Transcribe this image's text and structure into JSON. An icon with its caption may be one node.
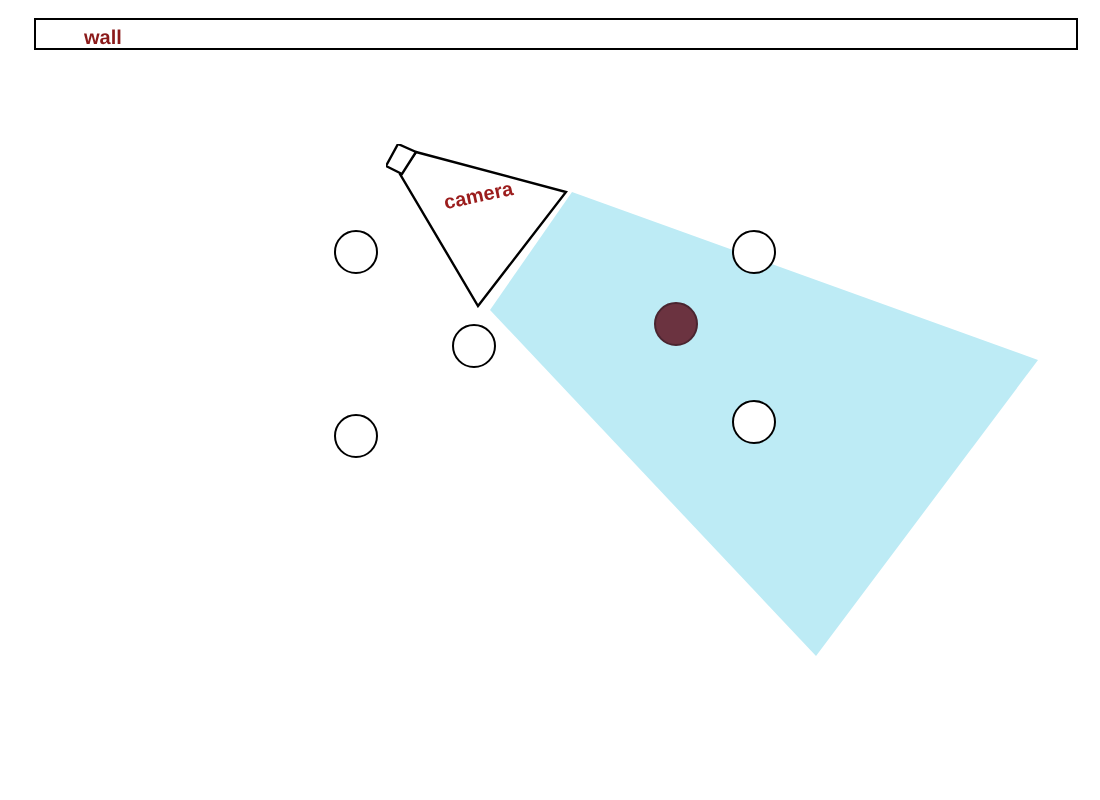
{
  "diagram": {
    "nodes": [
      {
        "text": [
          "wall"
        ]
      },
      {
        "text": [
          "camera"
        ]
      },
      {
        "text": [],
        "shape": "circle"
      },
      {
        "text": [],
        "shape": "circle"
      },
      {
        "text": [],
        "shape": "dot"
      },
      {
        "text": [],
        "shape": "circle"
      },
      {
        "text": [],
        "shape": "circle"
      },
      {
        "text": [],
        "shape": "circle"
      }
    ],
    "edges": []
  }
}
